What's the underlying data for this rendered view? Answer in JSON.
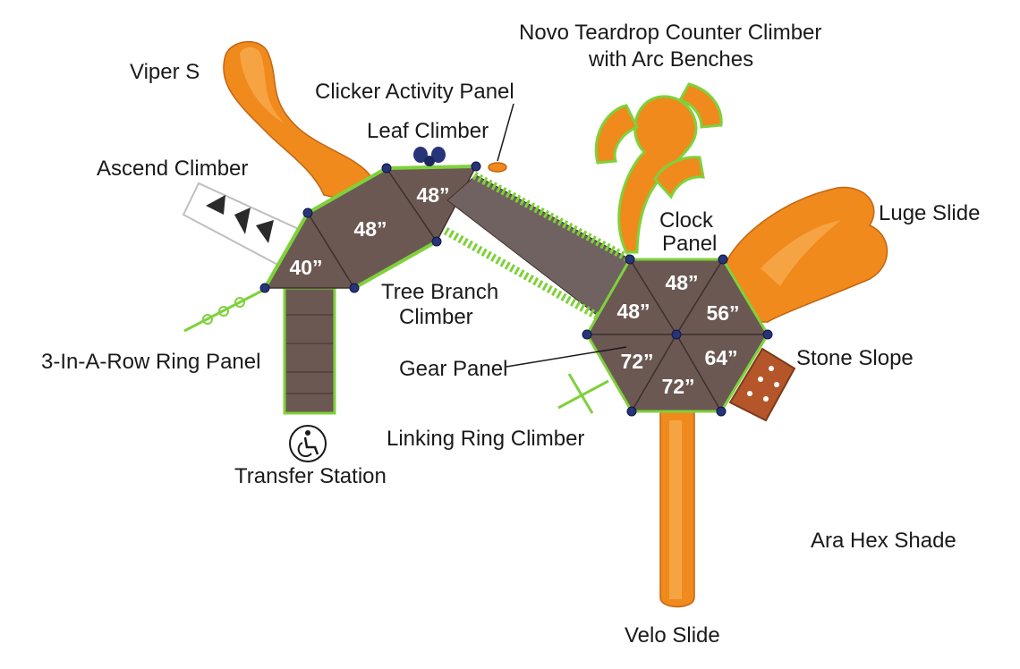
{
  "labels": {
    "viper_s": "Viper S",
    "clicker_activity_panel": "Clicker Activity Panel",
    "leaf_climber": "Leaf Climber",
    "ascend_climber": "Ascend Climber",
    "novo_teardrop_line1": "Novo Teardrop Counter Climber",
    "novo_teardrop_line2": "with Arc Benches",
    "clock_panel_line1": "Clock",
    "clock_panel_line2": "Panel",
    "luge_slide": "Luge Slide",
    "tree_branch_line1": "Tree Branch",
    "tree_branch_line2": "Climber",
    "three_in_a_row": "3-In-A-Row Ring Panel",
    "gear_panel": "Gear Panel",
    "stone_slope": "Stone Slope",
    "linking_ring_climber": "Linking Ring Climber",
    "transfer_station": "Transfer Station",
    "ara_hex_shade": "Ara Hex Shade",
    "velo_slide": "Velo Slide"
  },
  "deck_heights": {
    "left_small": "40”",
    "left_center": "48”",
    "left_upper": "48”",
    "hex_top": "48”",
    "hex_left": "48”",
    "hex_right": "56”",
    "hex_bottom_left": "72”",
    "hex_bottom_right": "64”",
    "hex_bottom": "72”"
  },
  "icons": {
    "transfer_station": "wheelchair-accessible-icon"
  },
  "colors": {
    "deck": "#6b5853",
    "slide": "#f08a1c",
    "rail": "#7fd13b",
    "post": "#27347a"
  }
}
